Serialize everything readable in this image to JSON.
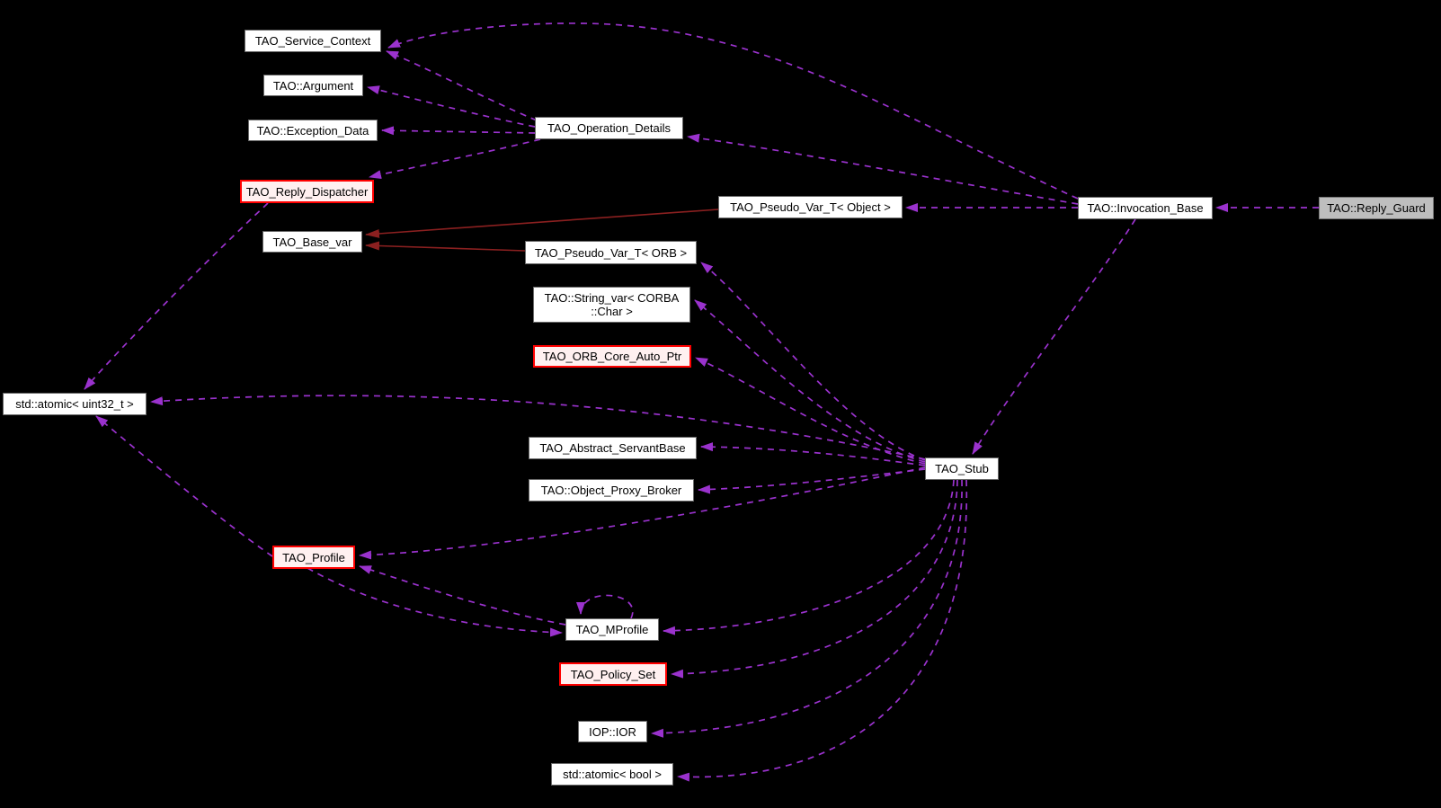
{
  "diagram": {
    "kind": "doxygen-collaboration-graph",
    "focus_node": "TAO::Reply_Guard",
    "colors": {
      "background": "#000000",
      "node_fill": "#ffffff",
      "node_border": "#6a6a6a",
      "highlight_border": "#ff0000",
      "highlight_fill": "#fff0f0",
      "focus_fill": "#bebebe",
      "usage_edge": "#9a32cd",
      "private_inheritance_edge": "#8b2020",
      "text": "#000000"
    },
    "nodes": [
      {
        "id": "tao-service-context",
        "label": "TAO_Service_Context"
      },
      {
        "id": "tao-argument",
        "label": "TAO::Argument"
      },
      {
        "id": "tao-exception-data",
        "label": "TAO::Exception_Data"
      },
      {
        "id": "tao-operation-details",
        "label": "TAO_Operation_Details"
      },
      {
        "id": "tao-reply-dispatcher",
        "label": "TAO_Reply_Dispatcher"
      },
      {
        "id": "tao-base-var",
        "label": "TAO_Base_var"
      },
      {
        "id": "tao-pseudo-var-t-object",
        "label": "TAO_Pseudo_Var_T< Object >"
      },
      {
        "id": "tao-invocation-base",
        "label": "TAO::Invocation_Base"
      },
      {
        "id": "tao-reply-guard",
        "label": "TAO::Reply_Guard"
      },
      {
        "id": "tao-pseudo-var-t-orb",
        "label": "TAO_Pseudo_Var_T< ORB >"
      },
      {
        "id": "tao-string-var",
        "label": "TAO::String_var< CORBA ::Char >",
        "label_line1": "TAO::String_var< CORBA",
        "label_line2": "::Char >"
      },
      {
        "id": "tao-orb-core-auto-ptr",
        "label": "TAO_ORB_Core_Auto_Ptr"
      },
      {
        "id": "std-atomic-uint32-t",
        "label": "std::atomic< uint32_t >"
      },
      {
        "id": "tao-abstract-servantbase",
        "label": "TAO_Abstract_ServantBase"
      },
      {
        "id": "tao-object-proxy-broker",
        "label": "TAO::Object_Proxy_Broker"
      },
      {
        "id": "tao-profile",
        "label": "TAO_Profile"
      },
      {
        "id": "tao-mprofile",
        "label": "TAO_MProfile"
      },
      {
        "id": "tao-policy-set",
        "label": "TAO_Policy_Set"
      },
      {
        "id": "iop-ior",
        "label": "IOP::IOR"
      },
      {
        "id": "std-atomic-bool",
        "label": "std::atomic< bool >"
      },
      {
        "id": "tao-stub",
        "label": "TAO_Stub"
      }
    ],
    "edges": [
      {
        "from": "tao-operation-details",
        "to": "tao-service-context",
        "type": "dashed-usage"
      },
      {
        "from": "tao-invocation-base",
        "to": "tao-service-context",
        "type": "dashed-usage"
      },
      {
        "from": "tao-operation-details",
        "to": "tao-argument",
        "type": "dashed-usage"
      },
      {
        "from": "tao-operation-details",
        "to": "tao-exception-data",
        "type": "dashed-usage"
      },
      {
        "from": "tao-operation-details",
        "to": "tao-reply-dispatcher",
        "type": "dashed-usage"
      },
      {
        "from": "tao-invocation-base",
        "to": "tao-operation-details",
        "type": "dashed-usage"
      },
      {
        "from": "tao-invocation-base",
        "to": "tao-pseudo-var-t-object",
        "type": "dashed-usage"
      },
      {
        "from": "tao-reply-guard",
        "to": "tao-invocation-base",
        "type": "dashed-usage"
      },
      {
        "from": "tao-invocation-base",
        "to": "tao-stub",
        "type": "dashed-usage"
      },
      {
        "from": "tao-pseudo-var-t-object",
        "to": "tao-base-var",
        "type": "solid-private-inheritance"
      },
      {
        "from": "tao-pseudo-var-t-orb",
        "to": "tao-base-var",
        "type": "solid-private-inheritance"
      },
      {
        "from": "tao-reply-dispatcher",
        "to": "std-atomic-uint32-t",
        "type": "dashed-usage"
      },
      {
        "from": "tao-stub",
        "to": "tao-pseudo-var-t-orb",
        "type": "dashed-usage"
      },
      {
        "from": "tao-stub",
        "to": "tao-string-var",
        "type": "dashed-usage"
      },
      {
        "from": "tao-stub",
        "to": "tao-orb-core-auto-ptr",
        "type": "dashed-usage"
      },
      {
        "from": "tao-stub",
        "to": "std-atomic-uint32-t",
        "type": "dashed-usage"
      },
      {
        "from": "tao-stub",
        "to": "tao-abstract-servantbase",
        "type": "dashed-usage"
      },
      {
        "from": "tao-stub",
        "to": "tao-object-proxy-broker",
        "type": "dashed-usage"
      },
      {
        "from": "tao-stub",
        "to": "tao-profile",
        "type": "dashed-usage"
      },
      {
        "from": "tao-stub",
        "to": "tao-mprofile",
        "type": "dashed-usage"
      },
      {
        "from": "tao-stub",
        "to": "tao-policy-set",
        "type": "dashed-usage"
      },
      {
        "from": "tao-stub",
        "to": "iop-ior",
        "type": "dashed-usage"
      },
      {
        "from": "tao-stub",
        "to": "std-atomic-bool",
        "type": "dashed-usage"
      },
      {
        "from": "tao-mprofile",
        "to": "tao-profile",
        "type": "dashed-usage"
      },
      {
        "from": "tao-profile",
        "to": "tao-mprofile",
        "type": "dashed-usage"
      },
      {
        "from": "tao-profile",
        "to": "std-atomic-uint32-t",
        "type": "dashed-usage"
      },
      {
        "from": "tao-mprofile",
        "to": "tao-mprofile",
        "type": "dashed-usage"
      }
    ]
  }
}
